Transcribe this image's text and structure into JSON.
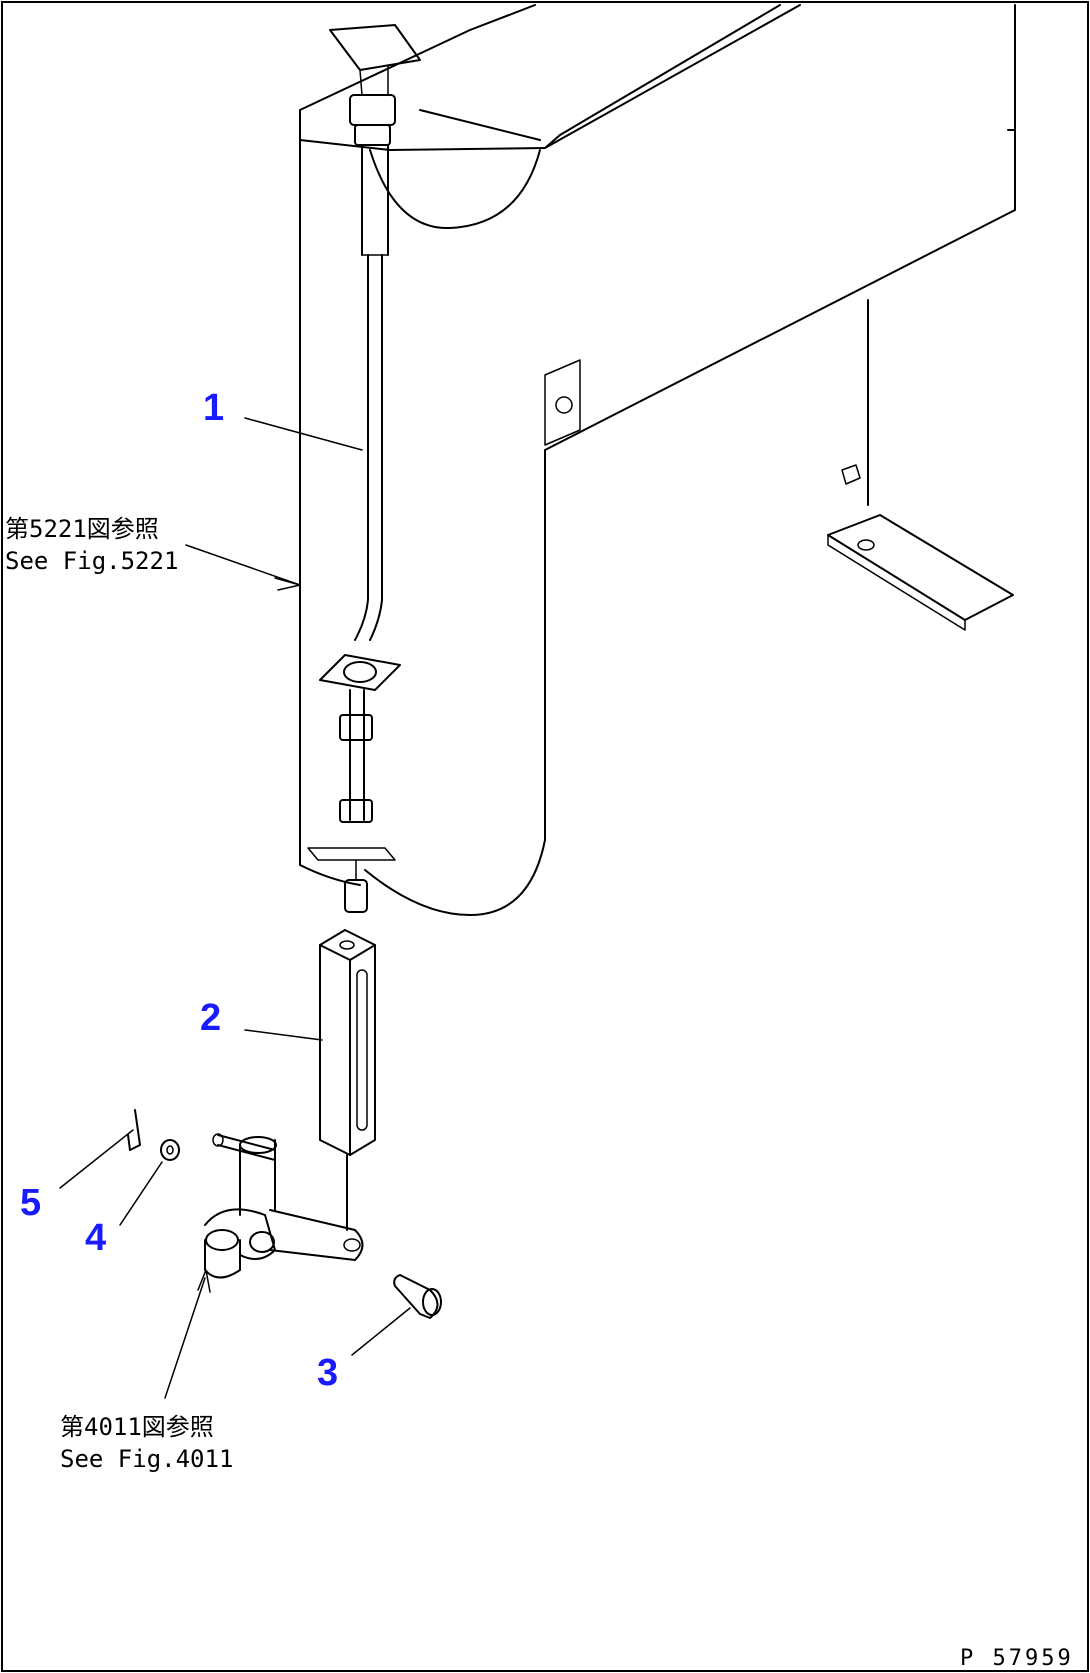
{
  "callouts": [
    {
      "id": "1",
      "label": "1"
    },
    {
      "id": "2",
      "label": "2"
    },
    {
      "id": "3",
      "label": "3"
    },
    {
      "id": "4",
      "label": "4"
    },
    {
      "id": "5",
      "label": "5"
    }
  ],
  "references": {
    "upper": {
      "jp": "第5221図参照",
      "en": "See Fig.5221"
    },
    "lower": {
      "jp": "第4011図参照",
      "en": "See Fig.4011"
    }
  },
  "drawing_code": "P 57959",
  "colors": {
    "callout": "#1a1aff",
    "line": "#000000",
    "background": "#ffffff"
  }
}
